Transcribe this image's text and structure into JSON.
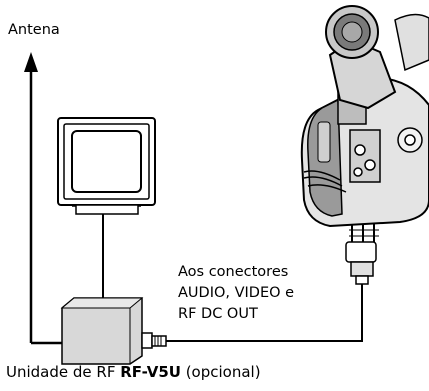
{
  "labels": {
    "antenna": "Antena",
    "connectors": [
      "Aos conectores",
      "AUDIO, VIDEO e",
      "RF DC OUT"
    ],
    "unit_prefix": "Unidade de RF ",
    "unit_model": "RF-V5U",
    "unit_suffix": " (opcional)"
  },
  "colors": {
    "line": "#000000",
    "device_fill": "#d8d8d8",
    "camera_fill": "#e4e4e4",
    "camera_shade": "#9a9a9a",
    "screen_fill": "#ffffff"
  }
}
